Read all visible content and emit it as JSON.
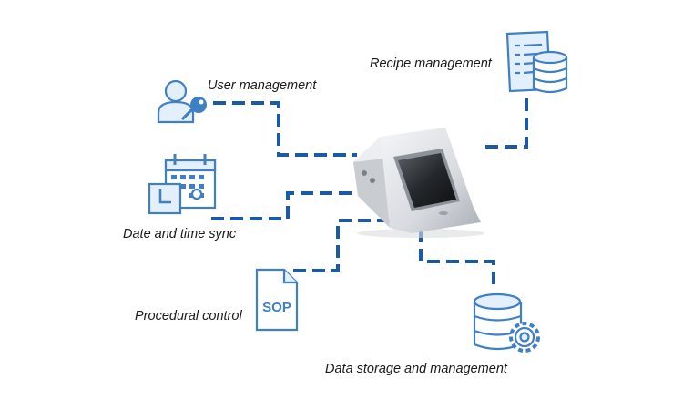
{
  "labels": {
    "user": "User management",
    "recipe": "Recipe management",
    "date": "Date and time sync",
    "procedural": "Procedural control",
    "data": "Data storage and management"
  },
  "icons": {
    "user": "user-key-icon",
    "recipe": "recipe-document-database-icon",
    "date": "calendar-clock-icon",
    "procedural": "sop-document-icon",
    "data": "database-gear-icon",
    "device": "touchscreen-instrument"
  },
  "sop_text": "SOP",
  "colors": {
    "connector": "#1b5aa6",
    "icon_stroke": "#3f7fc4",
    "icon_fill": "#e3effb"
  }
}
